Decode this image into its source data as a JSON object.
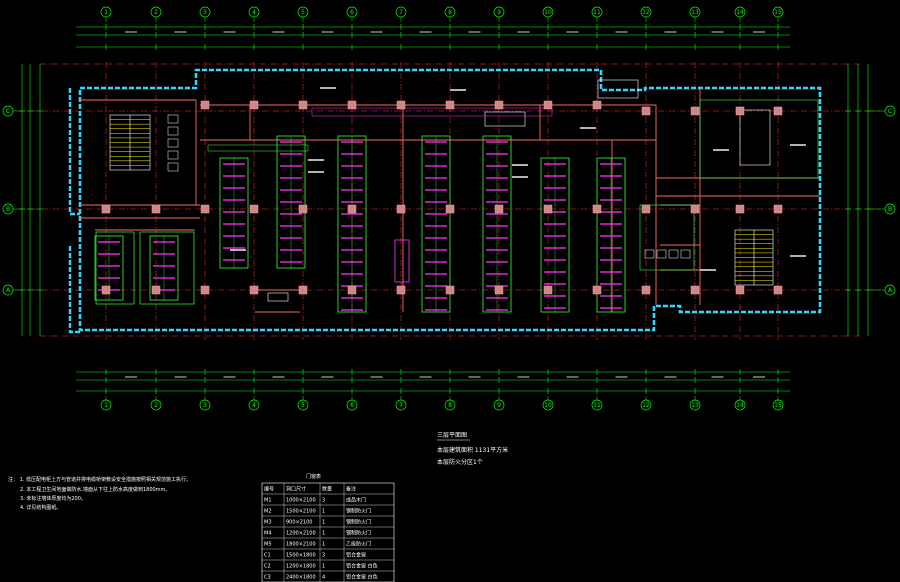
{
  "drawing": {
    "colors": {
      "background": "#000000",
      "axis": "#00ff00",
      "grid_red": "#ff3333",
      "outer_wall": "#33d6ff",
      "rack_green": "#33ff33",
      "magenta": "#ff33ff",
      "column": "#ff9999",
      "dim_line": "#ffff00"
    },
    "axis_bubbles_horizontal": [
      "1",
      "2",
      "3",
      "4",
      "5",
      "6",
      "7",
      "8",
      "9",
      "10",
      "11",
      "12",
      "13",
      "14",
      "15"
    ],
    "axis_bubbles_vertical": [
      "C",
      "B",
      "A"
    ],
    "text_block": {
      "line1": "三层平面图",
      "line2": "本层建筑面积 1131平方米",
      "line3": "本层防火分区1个"
    },
    "notes": [
      "注： 1. 低压配电柜上方与管道并排电缆桥架敷设安全措施按照相关规范施工执行。",
      "2. 本工程卫生间地面做防水,墙面从下往上防水高度做到1800mm。",
      "3. 未标注墙体厚度均为200。",
      "4. 详见结构图纸。"
    ],
    "door_window_table": {
      "title": "门窗表",
      "headers": [
        "编号",
        "洞口尺寸",
        "数量",
        "备注"
      ],
      "rows": [
        [
          "M1",
          "1000×2100",
          "3",
          "成品木门"
        ],
        [
          "M2",
          "1500×2100",
          "1",
          "钢制防火门"
        ],
        [
          "M3",
          "900×2100",
          "1",
          "钢制防火门"
        ],
        [
          "M4",
          "1200×2100",
          "1",
          "钢制防火门"
        ],
        [
          "M5",
          "1800×2100",
          "1",
          "乙级防火门"
        ],
        [
          "C1",
          "1500×1800",
          "3",
          "铝合金窗"
        ],
        [
          "C2",
          "1200×1800",
          "1",
          "铝合金窗 白色"
        ],
        [
          "C3",
          "2400×1800",
          "4",
          "铝合金窗 白色"
        ]
      ]
    }
  }
}
